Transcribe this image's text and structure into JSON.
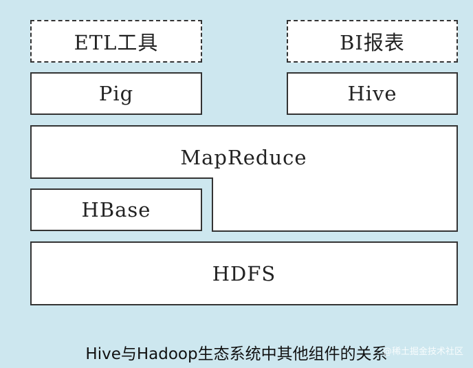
{
  "diagram": {
    "etl": "ETL工具",
    "bi": "BI报表",
    "pig": "Pig",
    "hive": "Hive",
    "mapreduce": "MapReduce",
    "hbase": "HBase",
    "hdfs": "HDFS",
    "caption": "Hive与Hadoop生态系统中其他组件的关系",
    "watermark": "@稀土掘金技术社区"
  },
  "colors": {
    "background": "#cde7ef",
    "box_fill": "#ffffff",
    "box_stroke": "#333333"
  }
}
